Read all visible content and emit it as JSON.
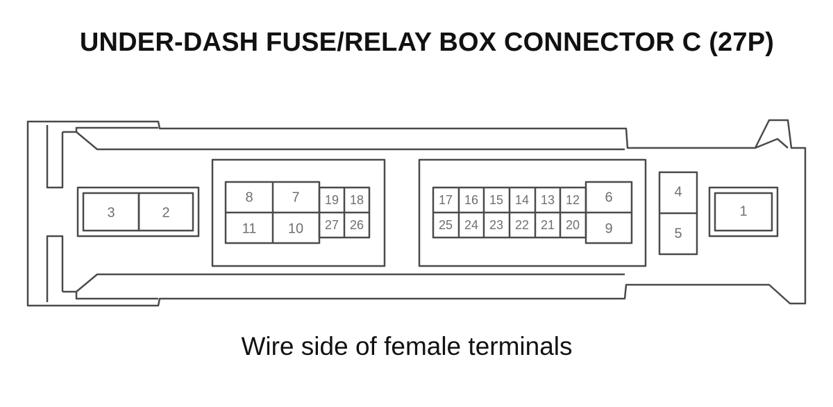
{
  "title": "UNDER-DASH FUSE/RELAY BOX CONNECTOR C (27P)",
  "caption": "Wire side of female terminals",
  "colors": {
    "outline": "#4a4a4a",
    "text": "#111111",
    "pin_text": "#6f6f6f"
  },
  "terminals": {
    "t1": "1",
    "t2": "2",
    "t3": "3",
    "t4": "4",
    "t5": "5",
    "t6": "6",
    "t7": "7",
    "t8": "8",
    "t9": "9",
    "t10": "10",
    "t11": "11",
    "t12": "12",
    "t13": "13",
    "t14": "14",
    "t15": "15",
    "t16": "16",
    "t17": "17",
    "t18": "18",
    "t19": "19",
    "t20": "20",
    "t21": "21",
    "t22": "22",
    "t23": "23",
    "t24": "24",
    "t25": "25",
    "t26": "26",
    "t27": "27"
  }
}
